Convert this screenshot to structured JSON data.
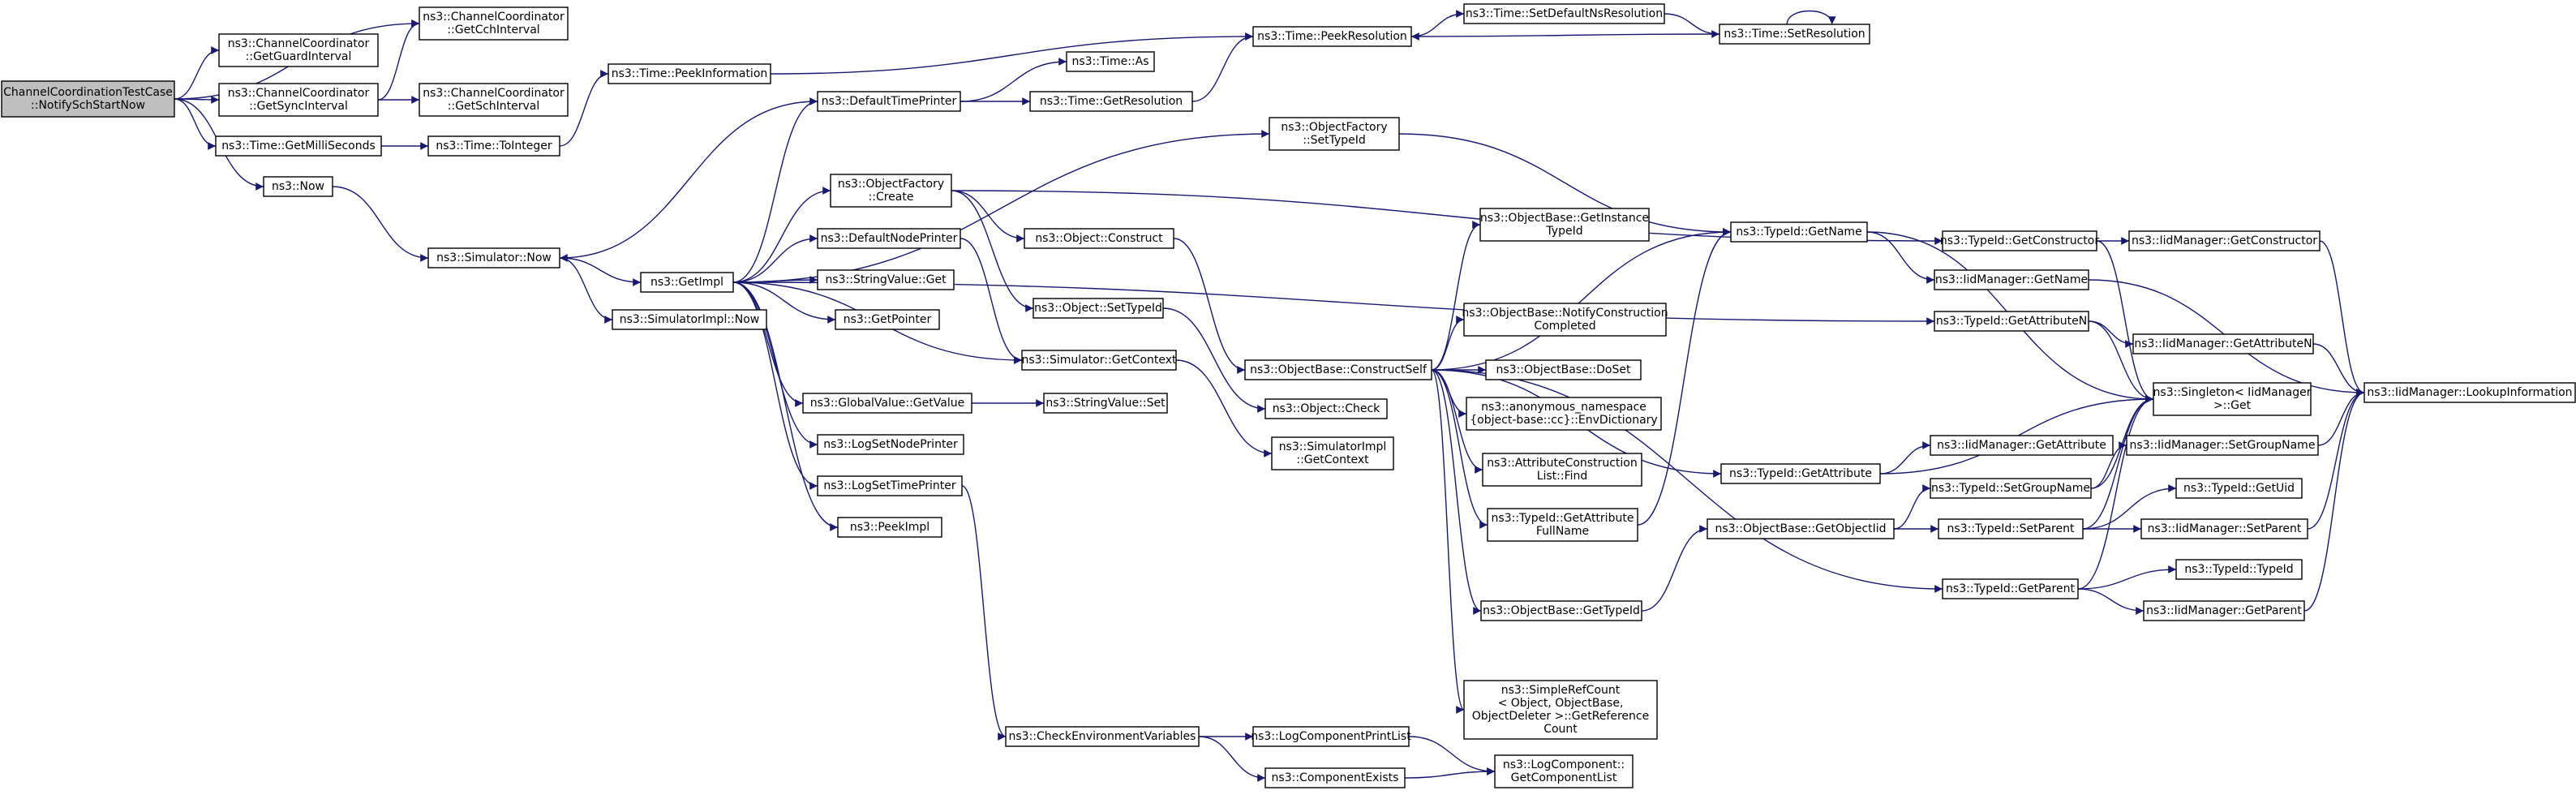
{
  "graph": {
    "root": "n0",
    "nodes": [
      {
        "id": "n0",
        "lines": [
          "ChannelCoordinationTestCase",
          "::NotifySchStartNow"
        ]
      },
      {
        "id": "n1",
        "lines": [
          "ns3::ChannelCoordinator",
          "::GetCchInterval"
        ]
      },
      {
        "id": "n2",
        "lines": [
          "ns3::ChannelCoordinator",
          "::GetGuardInterval"
        ]
      },
      {
        "id": "n3",
        "lines": [
          "ns3::ChannelCoordinator",
          "::GetSyncInterval"
        ]
      },
      {
        "id": "n4",
        "lines": [
          "ns3::ChannelCoordinator",
          "::GetSchInterval"
        ]
      },
      {
        "id": "n5",
        "lines": [
          "ns3::Time::GetMilliSeconds"
        ]
      },
      {
        "id": "n6",
        "lines": [
          "ns3::Time::ToInteger"
        ]
      },
      {
        "id": "n7",
        "lines": [
          "ns3::Now"
        ]
      },
      {
        "id": "n8",
        "lines": [
          "ns3::Simulator::Now"
        ]
      },
      {
        "id": "n9",
        "lines": [
          "ns3::GetImpl"
        ]
      },
      {
        "id": "n10",
        "lines": [
          "ns3::SimulatorImpl::Now"
        ]
      },
      {
        "id": "n11",
        "lines": [
          "ns3::Time::PeekInformation"
        ]
      },
      {
        "id": "n12",
        "lines": [
          "ns3::Time::PeekResolution"
        ]
      },
      {
        "id": "n13",
        "lines": [
          "ns3::Time::SetDefaultNsResolution"
        ]
      },
      {
        "id": "n14",
        "lines": [
          "ns3::Time::SetResolution"
        ]
      },
      {
        "id": "n15",
        "lines": [
          "ns3::DefaultTimePrinter"
        ]
      },
      {
        "id": "n16",
        "lines": [
          "ns3::Time::As"
        ]
      },
      {
        "id": "n17",
        "lines": [
          "ns3::Time::GetResolution"
        ]
      },
      {
        "id": "n18",
        "lines": [
          "ns3::ObjectFactory",
          "::SetTypeId"
        ]
      },
      {
        "id": "n19",
        "lines": [
          "ns3::ObjectFactory",
          "::Create"
        ]
      },
      {
        "id": "n20",
        "lines": [
          "ns3::Object::Construct"
        ]
      },
      {
        "id": "n21",
        "lines": [
          "ns3::DefaultNodePrinter"
        ]
      },
      {
        "id": "n22",
        "lines": [
          "ns3::StringValue::Get"
        ]
      },
      {
        "id": "n23",
        "lines": [
          "ns3::Object::SetTypeId"
        ]
      },
      {
        "id": "n24",
        "lines": [
          "ns3::GetPointer"
        ]
      },
      {
        "id": "n25",
        "lines": [
          "ns3::Simulator::GetContext"
        ]
      },
      {
        "id": "n26",
        "lines": [
          "ns3::GlobalValue::GetValue"
        ]
      },
      {
        "id": "n27",
        "lines": [
          "ns3::StringValue::Set"
        ]
      },
      {
        "id": "n28",
        "lines": [
          "ns3::LogSetNodePrinter"
        ]
      },
      {
        "id": "n29",
        "lines": [
          "ns3::LogSetTimePrinter"
        ]
      },
      {
        "id": "n30",
        "lines": [
          "ns3::PeekImpl"
        ]
      },
      {
        "id": "n31",
        "lines": [
          "ns3::SimulatorImpl",
          "::GetContext"
        ]
      },
      {
        "id": "n32",
        "lines": [
          "ns3::Object::Check"
        ]
      },
      {
        "id": "n33",
        "lines": [
          "ns3::ObjectBase::ConstructSelf"
        ]
      },
      {
        "id": "n34",
        "lines": [
          "ns3::ObjectBase::GetInstance",
          "TypeId"
        ]
      },
      {
        "id": "n35",
        "lines": [
          "ns3::ObjectBase::NotifyConstruction",
          "Completed"
        ]
      },
      {
        "id": "n36",
        "lines": [
          "ns3::ObjectBase::DoSet"
        ]
      },
      {
        "id": "n37",
        "lines": [
          "ns3::anonymous_namespace",
          "{object-base::cc}::EnvDictionary"
        ]
      },
      {
        "id": "n38",
        "lines": [
          "ns3::AttributeConstruction",
          "List::Find"
        ]
      },
      {
        "id": "n39",
        "lines": [
          "ns3::TypeId::GetAttribute",
          "FullName"
        ]
      },
      {
        "id": "n40",
        "lines": [
          "ns3::ObjectBase::GetTypeId"
        ]
      },
      {
        "id": "n41",
        "lines": [
          "ns3::SimpleRefCount",
          "< Object, ObjectBase,",
          "ObjectDeleter >::GetReference",
          "Count"
        ]
      },
      {
        "id": "n42",
        "lines": [
          "ns3::TypeId::GetName"
        ]
      },
      {
        "id": "n43",
        "lines": [
          "ns3::TypeId::GetAttribute"
        ]
      },
      {
        "id": "n44",
        "lines": [
          "ns3::ObjectBase::GetObjectIid"
        ]
      },
      {
        "id": "n45",
        "lines": [
          "ns3::TypeId::GetConstructor"
        ]
      },
      {
        "id": "n46",
        "lines": [
          "ns3::IidManager::GetName"
        ]
      },
      {
        "id": "n47",
        "lines": [
          "ns3::TypeId::GetAttributeN"
        ]
      },
      {
        "id": "n48",
        "lines": [
          "ns3::TypeId::SetGroupName"
        ]
      },
      {
        "id": "n49",
        "lines": [
          "ns3::TypeId::SetParent"
        ]
      },
      {
        "id": "n50",
        "lines": [
          "ns3::TypeId::GetParent"
        ]
      },
      {
        "id": "n51",
        "lines": [
          "ns3::IidManager::GetConstructor"
        ]
      },
      {
        "id": "n52",
        "lines": [
          "ns3::IidManager::GetAttributeN"
        ]
      },
      {
        "id": "n53",
        "lines": [
          "ns3::Singleton< IidManager",
          ">::Get"
        ]
      },
      {
        "id": "n54",
        "lines": [
          "ns3::IidManager::GetAttribute"
        ]
      },
      {
        "id": "n55",
        "lines": [
          "ns3::IidManager::SetGroupName"
        ]
      },
      {
        "id": "n56",
        "lines": [
          "ns3::TypeId::GetUid"
        ]
      },
      {
        "id": "n57",
        "lines": [
          "ns3::IidManager::SetParent"
        ]
      },
      {
        "id": "n58",
        "lines": [
          "ns3::TypeId::TypeId"
        ]
      },
      {
        "id": "n59",
        "lines": [
          "ns3::IidManager::GetParent"
        ]
      },
      {
        "id": "n60",
        "lines": [
          "ns3::IidManager::LookupInformation"
        ]
      },
      {
        "id": "n61",
        "lines": [
          "ns3::CheckEnvironmentVariables"
        ]
      },
      {
        "id": "n62",
        "lines": [
          "ns3::LogComponentPrintList"
        ]
      },
      {
        "id": "n63",
        "lines": [
          "ns3::ComponentExists"
        ]
      },
      {
        "id": "n64",
        "lines": [
          "ns3::LogComponent::",
          "GetComponentList"
        ]
      }
    ],
    "edges": [
      [
        "n0",
        "n1"
      ],
      [
        "n0",
        "n2"
      ],
      [
        "n0",
        "n3"
      ],
      [
        "n0",
        "n5"
      ],
      [
        "n0",
        "n7"
      ],
      [
        "n3",
        "n1"
      ],
      [
        "n3",
        "n4"
      ],
      [
        "n5",
        "n6"
      ],
      [
        "n6",
        "n11"
      ],
      [
        "n11",
        "n12"
      ],
      [
        "n12",
        "n13"
      ],
      [
        "n13",
        "n14"
      ],
      [
        "n14",
        "n14"
      ],
      [
        "n14",
        "n12"
      ],
      [
        "n7",
        "n8"
      ],
      [
        "n8",
        "n9"
      ],
      [
        "n8",
        "n10"
      ],
      [
        "n9",
        "n15"
      ],
      [
        "n9",
        "n18"
      ],
      [
        "n9",
        "n19"
      ],
      [
        "n9",
        "n21"
      ],
      [
        "n9",
        "n22"
      ],
      [
        "n9",
        "n24"
      ],
      [
        "n9",
        "n25"
      ],
      [
        "n9",
        "n26"
      ],
      [
        "n9",
        "n28"
      ],
      [
        "n9",
        "n29"
      ],
      [
        "n9",
        "n30"
      ],
      [
        "n9",
        "n47"
      ],
      [
        "n15",
        "n8"
      ],
      [
        "n15",
        "n16"
      ],
      [
        "n15",
        "n17"
      ],
      [
        "n17",
        "n12"
      ],
      [
        "n18",
        "n42"
      ],
      [
        "n19",
        "n45"
      ],
      [
        "n19",
        "n20"
      ],
      [
        "n19",
        "n23"
      ],
      [
        "n20",
        "n33"
      ],
      [
        "n21",
        "n25"
      ],
      [
        "n23",
        "n32"
      ],
      [
        "n25",
        "n31"
      ],
      [
        "n26",
        "n27"
      ],
      [
        "n29",
        "n61"
      ],
      [
        "n33",
        "n34"
      ],
      [
        "n33",
        "n35"
      ],
      [
        "n33",
        "n36"
      ],
      [
        "n33",
        "n37"
      ],
      [
        "n33",
        "n38"
      ],
      [
        "n33",
        "n39"
      ],
      [
        "n33",
        "n40"
      ],
      [
        "n33",
        "n41"
      ],
      [
        "n33",
        "n42"
      ],
      [
        "n33",
        "n43"
      ],
      [
        "n33",
        "n50"
      ],
      [
        "n39",
        "n42"
      ],
      [
        "n40",
        "n44"
      ],
      [
        "n42",
        "n46"
      ],
      [
        "n42",
        "n53"
      ],
      [
        "n43",
        "n53"
      ],
      [
        "n43",
        "n54"
      ],
      [
        "n44",
        "n48"
      ],
      [
        "n44",
        "n49"
      ],
      [
        "n45",
        "n51"
      ],
      [
        "n45",
        "n53"
      ],
      [
        "n46",
        "n60"
      ],
      [
        "n47",
        "n52"
      ],
      [
        "n47",
        "n53"
      ],
      [
        "n48",
        "n53"
      ],
      [
        "n48",
        "n55"
      ],
      [
        "n49",
        "n53"
      ],
      [
        "n49",
        "n56"
      ],
      [
        "n49",
        "n57"
      ],
      [
        "n50",
        "n53"
      ],
      [
        "n50",
        "n58"
      ],
      [
        "n50",
        "n59"
      ],
      [
        "n51",
        "n60"
      ],
      [
        "n52",
        "n60"
      ],
      [
        "n55",
        "n60"
      ],
      [
        "n57",
        "n60"
      ],
      [
        "n59",
        "n60"
      ],
      [
        "n61",
        "n62"
      ],
      [
        "n61",
        "n63"
      ],
      [
        "n62",
        "n64"
      ],
      [
        "n63",
        "n64"
      ]
    ]
  }
}
